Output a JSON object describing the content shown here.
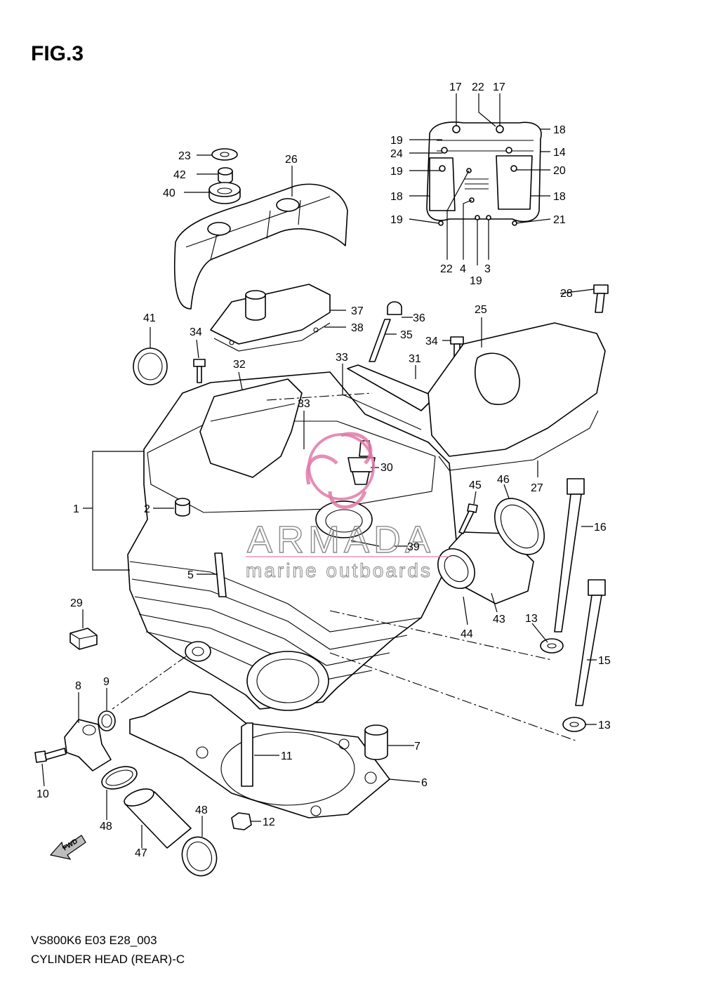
{
  "figure": {
    "title": "FIG.3"
  },
  "footer": {
    "code": "VS800K6 E03 E28_003",
    "name": "CYLINDER HEAD (REAR)-C"
  },
  "watermark": {
    "brand": "ARMADA",
    "tagline": "marine outboards",
    "accent": "#e07aa9"
  },
  "direction_tag": "FWD",
  "callouts": {
    "c1": "1",
    "c2": "2",
    "c3": "3",
    "c4": "4",
    "c5": "5",
    "c6": "6",
    "c7": "7",
    "c8": "8",
    "c9": "9",
    "c10": "10",
    "c11": "11",
    "c12": "12",
    "c13a": "13",
    "c13b": "13",
    "c14": "14",
    "c15": "15",
    "c16": "16",
    "c17a": "17",
    "c17b": "17",
    "c18a": "18",
    "c18b": "18",
    "c18c": "18",
    "c19a": "19",
    "c19b": "19",
    "c19c": "19",
    "c19d": "19",
    "c20": "20",
    "c21": "21",
    "c22a": "22",
    "c22b": "22",
    "c23": "23",
    "c24": "24",
    "c25": "25",
    "c26": "26",
    "c27": "27",
    "c28": "28",
    "c29": "29",
    "c30": "30",
    "c31": "31",
    "c32": "32",
    "c33a": "33",
    "c33b": "33",
    "c34a": "34",
    "c34b": "34",
    "c35": "35",
    "c36": "36",
    "c37": "37",
    "c38": "38",
    "c39": "39",
    "c40": "40",
    "c41": "41",
    "c42": "42",
    "c43": "43",
    "c44": "44",
    "c45": "45",
    "c46": "46",
    "c47": "47",
    "c48a": "48",
    "c48b": "48"
  }
}
